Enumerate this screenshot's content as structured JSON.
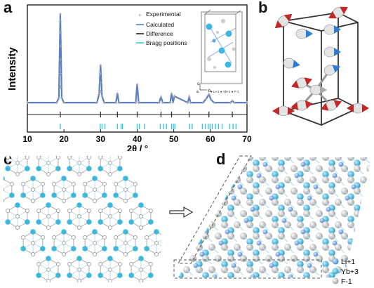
{
  "panels": {
    "a": {
      "label": "a",
      "ylabel": "Intensity",
      "xlabel": "2θ / °",
      "legend": [
        "Experimental",
        "Calculated",
        "Difference",
        "Bragg positions"
      ],
      "inset_labels": {
        "axis_c": "c",
        "axis_b": "b",
        "axis_a": "a",
        "species": "● Li+1  ● Yb+3  ● F-1"
      }
    },
    "b": {
      "label": "b"
    },
    "c": {
      "label": "c"
    },
    "d": {
      "label": "d",
      "legend": [
        "Li+1",
        "Yb+3",
        "F-1"
      ]
    }
  },
  "colors": {
    "calculated": "#5a7fc4",
    "experimental": "#a8a8a8",
    "difference": "#222222",
    "bragg": "#41c4e0",
    "li": "#5aa7e6",
    "yb": "#3cb8df",
    "f": "#c8c8c8",
    "spin_blue": "#2b7fd6",
    "spin_red": "#c0282a"
  },
  "chart_data": {
    "type": "line",
    "title": "",
    "xlabel": "2θ / °",
    "ylabel": "Intensity",
    "xlim": [
      10,
      70
    ],
    "xticks": [
      10,
      20,
      30,
      40,
      50,
      60,
      70
    ],
    "series": [
      {
        "name": "Calculated",
        "x": [
          10,
          18,
          18.6,
          19.0,
          19.4,
          20,
          29,
          29.6,
          30.0,
          30.4,
          31,
          34.2,
          34.6,
          35.0,
          39.6,
          40.0,
          40.4,
          46,
          46.5,
          47,
          49,
          49.4,
          49.8,
          50.2,
          53.8,
          54.2,
          54.6,
          58,
          58.8,
          59.6,
          60.2,
          61,
          65.5,
          66,
          66.5,
          70
        ],
        "y": [
          0.03,
          0.03,
          0.08,
          1.0,
          0.08,
          0.03,
          0.03,
          0.12,
          0.44,
          0.1,
          0.03,
          0.03,
          0.13,
          0.03,
          0.03,
          0.23,
          0.03,
          0.03,
          0.09,
          0.03,
          0.03,
          0.13,
          0.03,
          0.1,
          0.03,
          0.09,
          0.03,
          0.03,
          0.07,
          0.12,
          0.06,
          0.03,
          0.03,
          0.05,
          0.03,
          0.03
        ]
      }
    ],
    "bragg_positions": [
      19.0,
      29.9,
      30.4,
      31.2,
      34.6,
      35.6,
      36.0,
      40.0,
      40.6,
      42.0,
      46.3,
      47.2,
      48.0,
      49.4,
      49.9,
      50.3,
      54.3,
      55.0,
      57.8,
      58.6,
      59.4,
      59.9,
      60.5,
      61.4,
      62.2,
      63.2,
      65.3,
      66.2,
      67.0
    ]
  }
}
